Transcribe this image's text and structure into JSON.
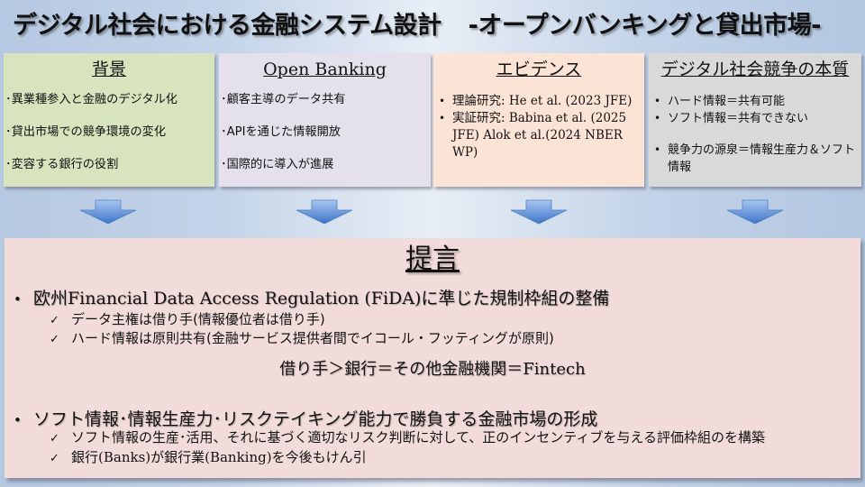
{
  "title": {
    "main": "デジタル社会における金融システム設計",
    "subtitle": "-オープンバンキングと貸出市場-"
  },
  "cards": [
    {
      "heading": "背景",
      "color": "#d7e4bd",
      "items": [
        "･異業種参入と金融のデジタル化",
        "･貸出市場での競争環境の変化",
        "･変容する銀行の役割"
      ]
    },
    {
      "heading": "Open Banking",
      "color": "#e4e0ec",
      "items": [
        "･顧客主導のデータ共有",
        "･APIを通じた情報開放",
        "･国際的に導入が進展"
      ]
    },
    {
      "heading": "エビデンス",
      "color": "#fbe3d5",
      "items": [
        "理論研究: He et al. (2023 JFE)",
        "実証研究: Babina et al. (2025 JFE) Alok et al.(2024 NBER WP)"
      ]
    },
    {
      "heading": "デジタル社会競争の本質",
      "color": "#d9d9d9",
      "items": [
        "ハード情報＝共有可能",
        "ソフト情報＝共有できない",
        "競争力の源泉＝情報生産力＆ソフト情報"
      ]
    }
  ],
  "arrows": {
    "icon": "down-arrow-icon",
    "color": "#5b8fd6",
    "count": 4
  },
  "proposal": {
    "heading": "提言",
    "color": "#f2dcdb",
    "point1": {
      "text": "欧州Financial Data Access Regulation (FiDA)に準じた規制枠組の整備",
      "subs": [
        "データ主権は借り手(情報優位者は借り手)",
        "ハード情報は原則共有(金融サービス提供者間でイコール・フッティングが原則)"
      ]
    },
    "hierarchy": "借り手＞銀行＝その他金融機関＝Fintech",
    "point2": {
      "text": "ソフト情報･情報生産力･リスクテイキング能力で勝負する金融市場の形成",
      "subs": [
        "ソフト情報の生産･活用、それに基づく適切なリスク判断に対して、正のインセンティブを与える評価枠組のを構築",
        "銀行(Banks)が銀行業(Banking)を今後もけん引"
      ]
    }
  }
}
